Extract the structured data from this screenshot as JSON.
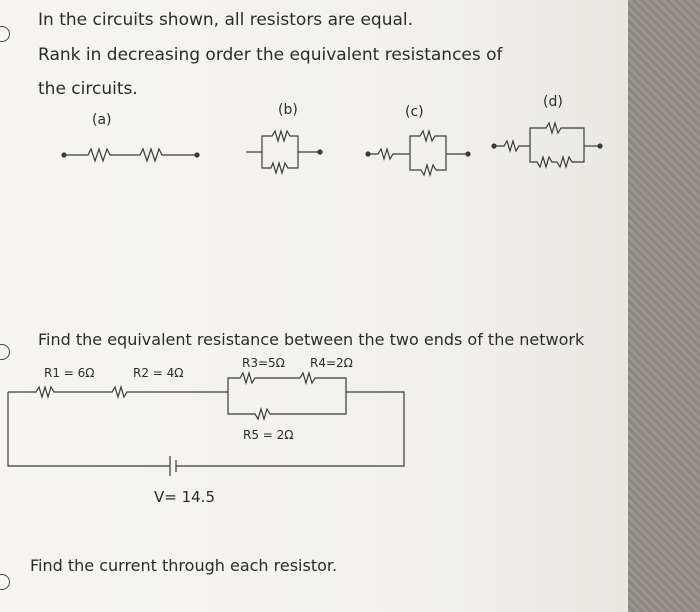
{
  "question1": {
    "line1": "In the circuits shown, all resistors are equal.",
    "line2": "Rank in decreasing order the equivalent resistances of",
    "line3": "the circuits.",
    "labels": [
      "(a)",
      "(b)",
      "(c)",
      "(d)"
    ]
  },
  "question2": {
    "prompt": "Find the equivalent resistance between the two ends of the network",
    "resistors": {
      "r1": "R1 = 6Ω",
      "r2": "R2 = 4Ω",
      "r3": "R3=5Ω",
      "r4": "R4=2Ω",
      "r5": "R5 = 2Ω"
    },
    "voltage": "V= 14.5"
  },
  "question3": {
    "prompt": "Find the current through each resistor."
  }
}
